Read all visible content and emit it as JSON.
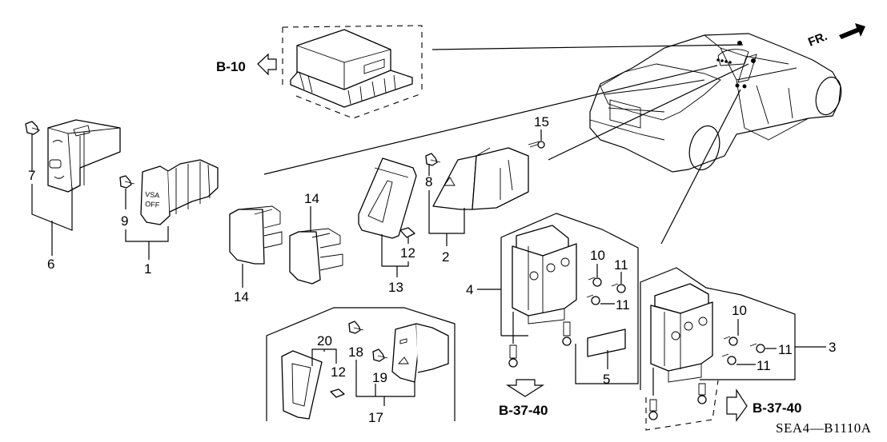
{
  "diagram": {
    "code": "SEA4—B1110A",
    "front_indicator": "FR.",
    "references": {
      "b10": "B-10",
      "b37_left": "B-37-40",
      "b37_right": "B-37-40"
    },
    "button_text": {
      "vsa_line1": "VSA",
      "vsa_line2": "OFF"
    },
    "callouts": {
      "c1": "1",
      "c2": "2",
      "c3": "3",
      "c4": "4",
      "c5": "5",
      "c6": "6",
      "c7": "7",
      "c8": "8",
      "c9": "9",
      "c10a": "10",
      "c10b": "10",
      "c11a": "11",
      "c11b": "11",
      "c11c": "11",
      "c11d": "11",
      "c12a": "12",
      "c12b": "12",
      "c13": "13",
      "c14a": "14",
      "c14b": "14",
      "c15": "15",
      "c17": "17",
      "c18": "18",
      "c19": "19",
      "c20": "20"
    }
  }
}
